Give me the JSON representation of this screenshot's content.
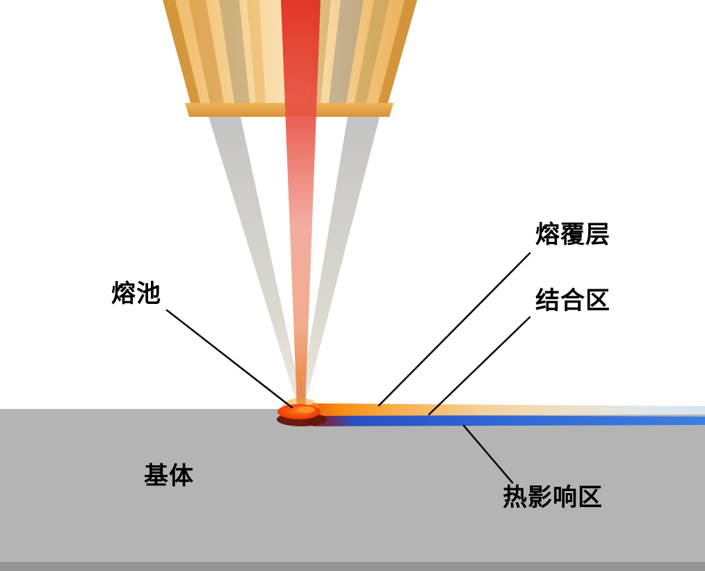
{
  "figure": {
    "type": "schematic-diagram",
    "subject": "laser-cladding-process-cross-section"
  },
  "labels": {
    "melt_pool": "熔池",
    "cladding_layer": "熔覆层",
    "bonding_zone": "结合区",
    "substrate": "基体",
    "heat_affected_zone": "热影响区"
  },
  "colors": {
    "laser_beam": "#E23A2A",
    "nozzle_body": "#F2C479",
    "nozzle_stripe_dark": "#C8953F",
    "powder_stream": "#A9A9A9",
    "melt_pool": "#E63005",
    "cladding_layer": "#F6921E",
    "bonding_zone": "#C84A10",
    "heat_affected_zone": "#2B62CE",
    "substrate": "#B4B4B4",
    "substrate_bottom_edge": "#949494",
    "leader_line": "#0A0A0A"
  }
}
